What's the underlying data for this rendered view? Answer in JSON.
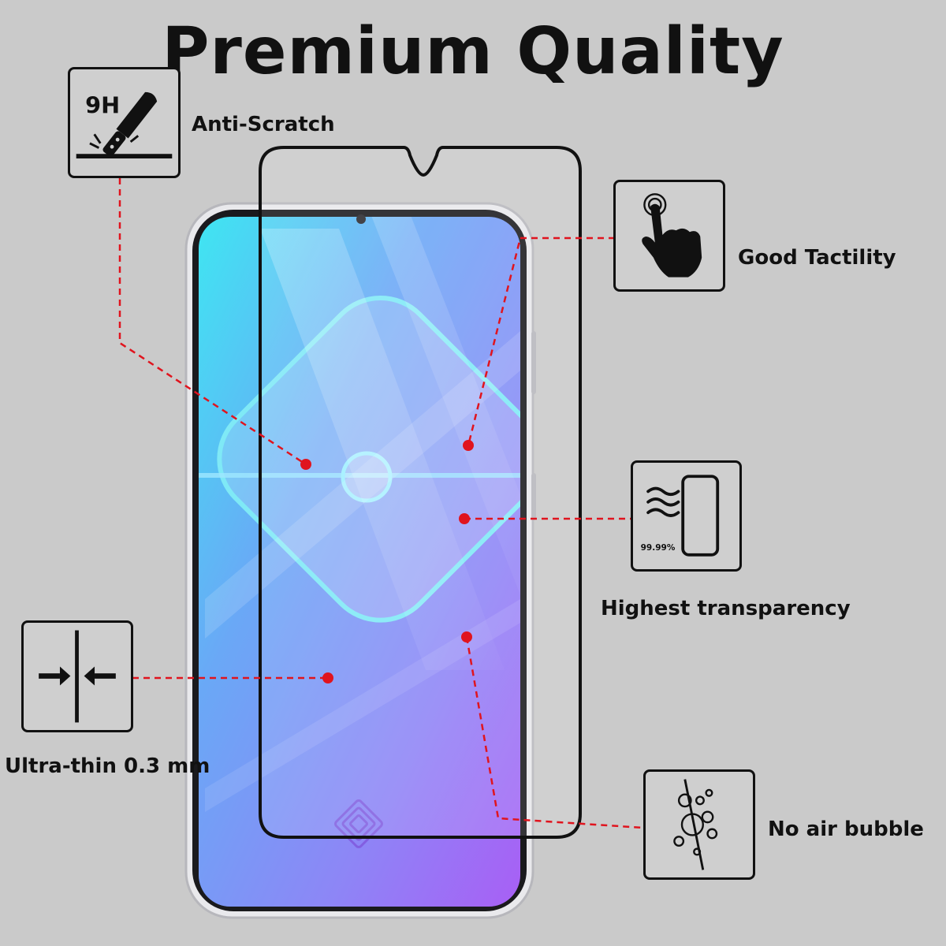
{
  "title": "Premium Quality",
  "features": {
    "anti_scratch": {
      "label": "Anti-Scratch",
      "icon": "knife-9h-icon",
      "hardness": "9H"
    },
    "good_tactility": {
      "label": "Good Tactility",
      "icon": "touch-finger-icon"
    },
    "highest_transparency": {
      "label": "Highest transparency",
      "icon": "transparency-waves-icon",
      "percent": "99.99%"
    },
    "ultra_thin": {
      "label": "Ultra-thin 0.3 mm",
      "icon": "arrows-inward-icon"
    },
    "no_air_bubble": {
      "label": "No air bubble",
      "icon": "bubbles-icon"
    }
  },
  "colors": {
    "background": "#cacaca",
    "callout_line": "#e0141e",
    "outline": "#111111",
    "screen_cyan": "#4fe3f0",
    "screen_purple": "#a75cf4"
  }
}
